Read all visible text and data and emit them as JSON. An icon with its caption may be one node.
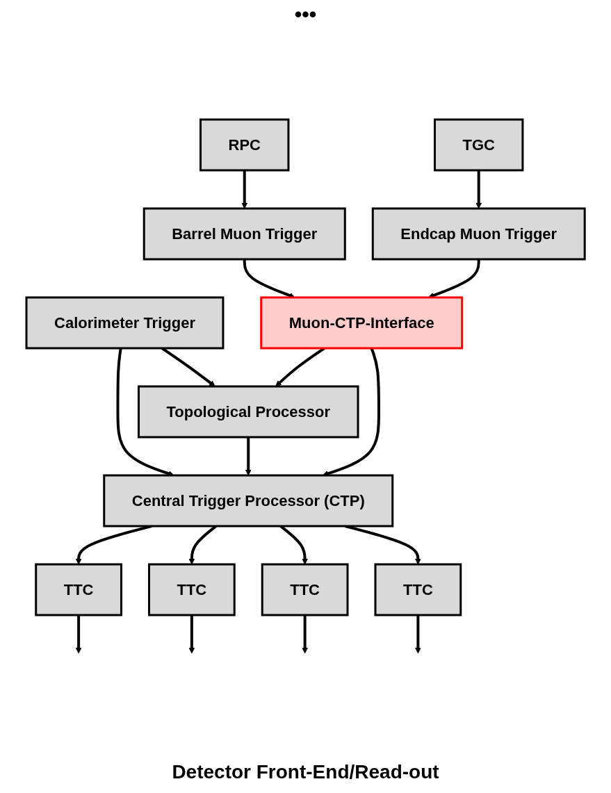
{
  "diagram": {
    "caption": "Detector Front-End/Read-out",
    "nodes": [
      {
        "text": [
          "Calorimeter Trigger"
        ]
      },
      {
        "text": [
          "RPC"
        ]
      },
      {
        "text": [
          "TGC"
        ]
      },
      {
        "text": [
          "Barrel Muon Trigger"
        ]
      },
      {
        "text": [
          "Endcap Muon Trigger"
        ]
      },
      {
        "text": [
          "Muon-CTP-Interface"
        ]
      },
      {
        "text": [
          "Topological Processor"
        ]
      },
      {
        "text": [
          "Central Trigger Processor (CTP)"
        ]
      },
      {
        "text": [
          "TTC"
        ]
      },
      {
        "text": [
          "TTC"
        ]
      },
      {
        "text": [
          "TTC"
        ]
      },
      {
        "text": [
          "TTC"
        ]
      }
    ],
    "edges": [
      {
        "from": 1,
        "to": 3,
        "arrow": "to"
      },
      {
        "from": 2,
        "to": 4,
        "arrow": "to"
      },
      {
        "from": 3,
        "to": 5,
        "arrow": "to"
      },
      {
        "from": 4,
        "to": 5,
        "arrow": "to"
      },
      {
        "from": 0,
        "to": 6,
        "arrow": "to"
      },
      {
        "from": 5,
        "to": 6,
        "arrow": "to"
      },
      {
        "from": 0,
        "to": 7,
        "arrow": "to"
      },
      {
        "from": 6,
        "to": 7,
        "arrow": "to"
      },
      {
        "from": 5,
        "to": 7,
        "arrow": "to"
      },
      {
        "from": 7,
        "to": 8,
        "arrow": "to"
      },
      {
        "from": 7,
        "to": 9,
        "arrow": "to"
      },
      {
        "from": 7,
        "to": 10,
        "arrow": "to"
      },
      {
        "from": 7,
        "to": 11,
        "arrow": "to"
      },
      {
        "from": 8,
        "to": null,
        "arrow": "to"
      },
      {
        "from": 9,
        "to": null,
        "arrow": "to"
      },
      {
        "from": 10,
        "to": null,
        "arrow": "to"
      },
      {
        "from": 11,
        "to": null,
        "arrow": "to"
      }
    ],
    "labels": [
      "•••"
    ]
  }
}
